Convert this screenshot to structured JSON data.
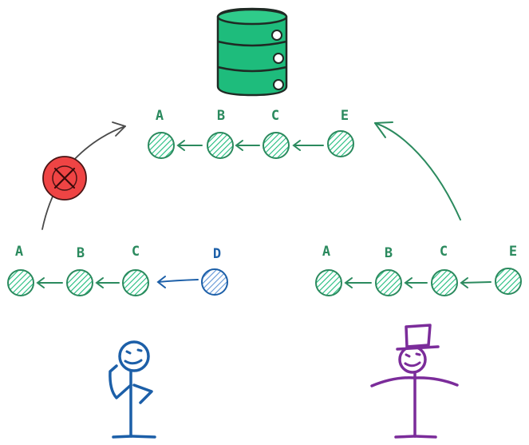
{
  "colors": {
    "green": "#2b8a5e",
    "green_fill": "#1ebc7c",
    "blue": "#1c5fa8",
    "blue_fill": "#5f95d6",
    "purple": "#7b2c9a",
    "red": "#e03131",
    "red_fill": "#ef4444",
    "gray": "#4a4a4a"
  },
  "database": {
    "icon": "database-icon"
  },
  "chains": {
    "remote": {
      "labels": [
        "A",
        "B",
        "C",
        "E"
      ]
    },
    "left_local": {
      "labels": [
        "A",
        "B",
        "C",
        "D"
      ]
    },
    "right_local": {
      "labels": [
        "A",
        "B",
        "C",
        "E"
      ]
    }
  },
  "rejected_push": {
    "icon": "rejected-x-icon"
  },
  "people": [
    {
      "icon": "stick-figure-blue-icon"
    },
    {
      "icon": "stick-figure-purple-top-hat-icon"
    }
  ]
}
